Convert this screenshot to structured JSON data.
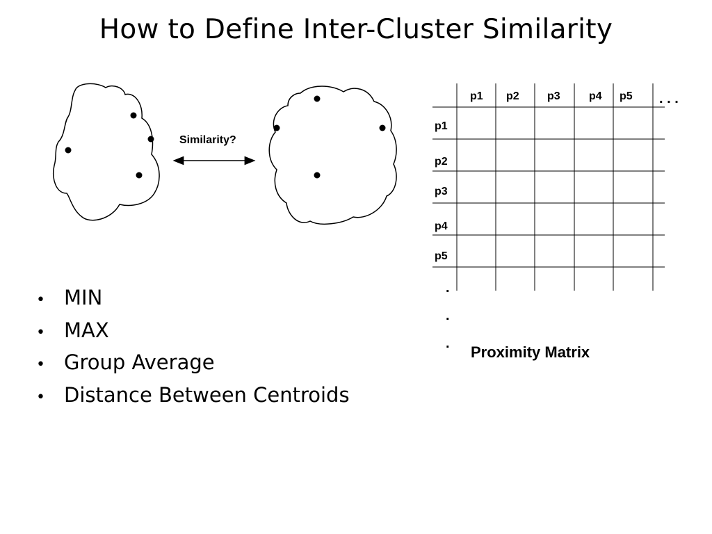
{
  "slide": {
    "title": "How to Define Inter-Cluster Similarity"
  },
  "diagram": {
    "similarity_label": "Similarity?"
  },
  "matrix": {
    "column_headers": [
      "p1",
      "p2",
      "p3",
      "p4",
      "p5"
    ],
    "column_ellipsis": ". . .",
    "row_headers": [
      "p1",
      "p2",
      "p3",
      "p4",
      "p5"
    ],
    "row_ellipsis": [
      ".",
      ".",
      "."
    ],
    "caption": "Proximity Matrix"
  },
  "bullets": [
    "MIN",
    "MAX",
    "Group Average",
    "Distance Between Centroids"
  ],
  "bullet_symbol": "•"
}
